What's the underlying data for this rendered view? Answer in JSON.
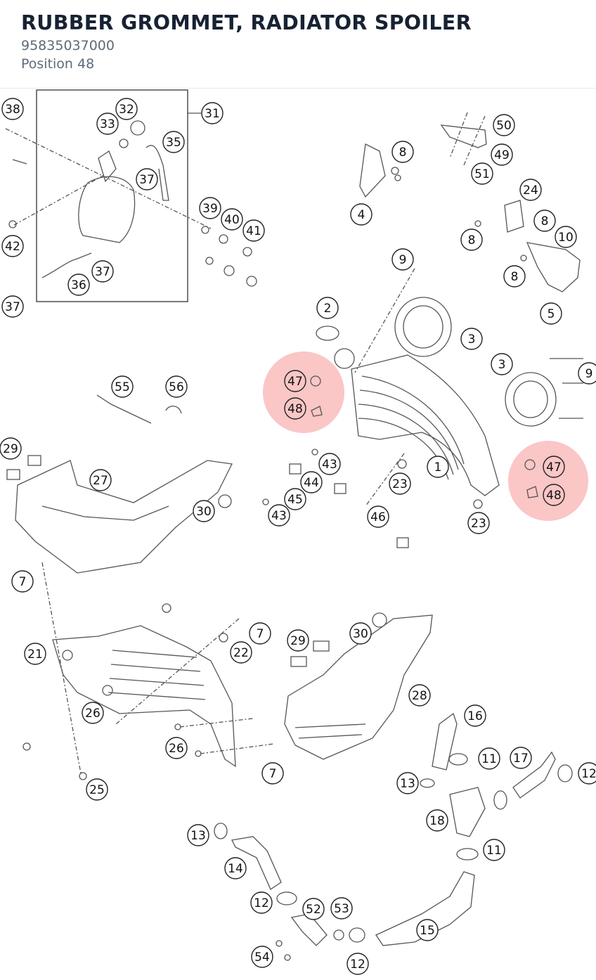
{
  "header": {
    "title": "RUBBER GROMMET, RADIATOR SPOILER",
    "part_number": "95835037000",
    "position": "Position 48"
  },
  "colors": {
    "title": "#172233",
    "subtitle": "#5d6b79",
    "line": "#555555",
    "highlight": "#f6a0a0"
  },
  "callouts": [
    {
      "label": "38"
    },
    {
      "label": "32"
    },
    {
      "label": "33"
    },
    {
      "label": "31"
    },
    {
      "label": "35"
    },
    {
      "label": "37"
    },
    {
      "label": "39"
    },
    {
      "label": "40"
    },
    {
      "label": "41"
    },
    {
      "label": "42"
    },
    {
      "label": "37"
    },
    {
      "label": "36"
    },
    {
      "label": "37"
    },
    {
      "label": "8"
    },
    {
      "label": "4"
    },
    {
      "label": "50"
    },
    {
      "label": "49"
    },
    {
      "label": "51"
    },
    {
      "label": "24"
    },
    {
      "label": "8"
    },
    {
      "label": "10"
    },
    {
      "label": "8"
    },
    {
      "label": "8"
    },
    {
      "label": "5"
    },
    {
      "label": "9"
    },
    {
      "label": "2"
    },
    {
      "label": "3"
    },
    {
      "label": "3"
    },
    {
      "label": "9"
    },
    {
      "label": "47"
    },
    {
      "label": "48"
    },
    {
      "label": "55"
    },
    {
      "label": "56"
    },
    {
      "label": "29"
    },
    {
      "label": "27"
    },
    {
      "label": "30"
    },
    {
      "label": "43"
    },
    {
      "label": "44"
    },
    {
      "label": "45"
    },
    {
      "label": "43"
    },
    {
      "label": "46"
    },
    {
      "label": "23"
    },
    {
      "label": "1"
    },
    {
      "label": "23"
    },
    {
      "label": "47"
    },
    {
      "label": "48"
    },
    {
      "label": "7"
    },
    {
      "label": "7"
    },
    {
      "label": "21"
    },
    {
      "label": "22"
    },
    {
      "label": "29"
    },
    {
      "label": "30"
    },
    {
      "label": "26"
    },
    {
      "label": "28"
    },
    {
      "label": "16"
    },
    {
      "label": "26"
    },
    {
      "label": "7"
    },
    {
      "label": "11"
    },
    {
      "label": "17"
    },
    {
      "label": "12"
    },
    {
      "label": "13"
    },
    {
      "label": "25"
    },
    {
      "label": "18"
    },
    {
      "label": "11"
    },
    {
      "label": "13"
    },
    {
      "label": "14"
    },
    {
      "label": "12"
    },
    {
      "label": "52"
    },
    {
      "label": "53"
    },
    {
      "label": "15"
    },
    {
      "label": "54"
    },
    {
      "label": "12"
    }
  ]
}
